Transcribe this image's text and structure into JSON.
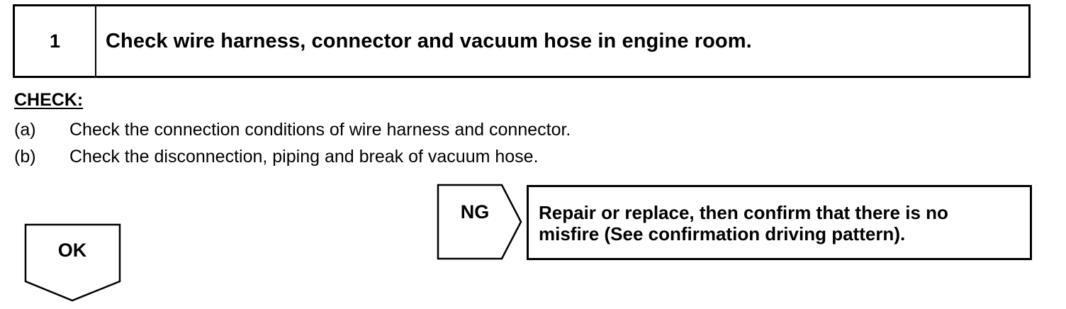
{
  "step": {
    "number": "1",
    "title": "Check wire harness, connector and vacuum hose in engine room."
  },
  "check": {
    "heading": "CHECK:",
    "items": [
      {
        "letter": "(a)",
        "text": "Check the connection conditions of wire harness and connector."
      },
      {
        "letter": "(b)",
        "text": "Check the disconnection, piping and break of vacuum hose."
      }
    ]
  },
  "results": {
    "ok_label": "OK",
    "ng_label": "NG",
    "ng_action_line1": "Repair or replace, then confirm that there is no",
    "ng_action_line2": "misfire (See confirmation driving pattern)."
  }
}
